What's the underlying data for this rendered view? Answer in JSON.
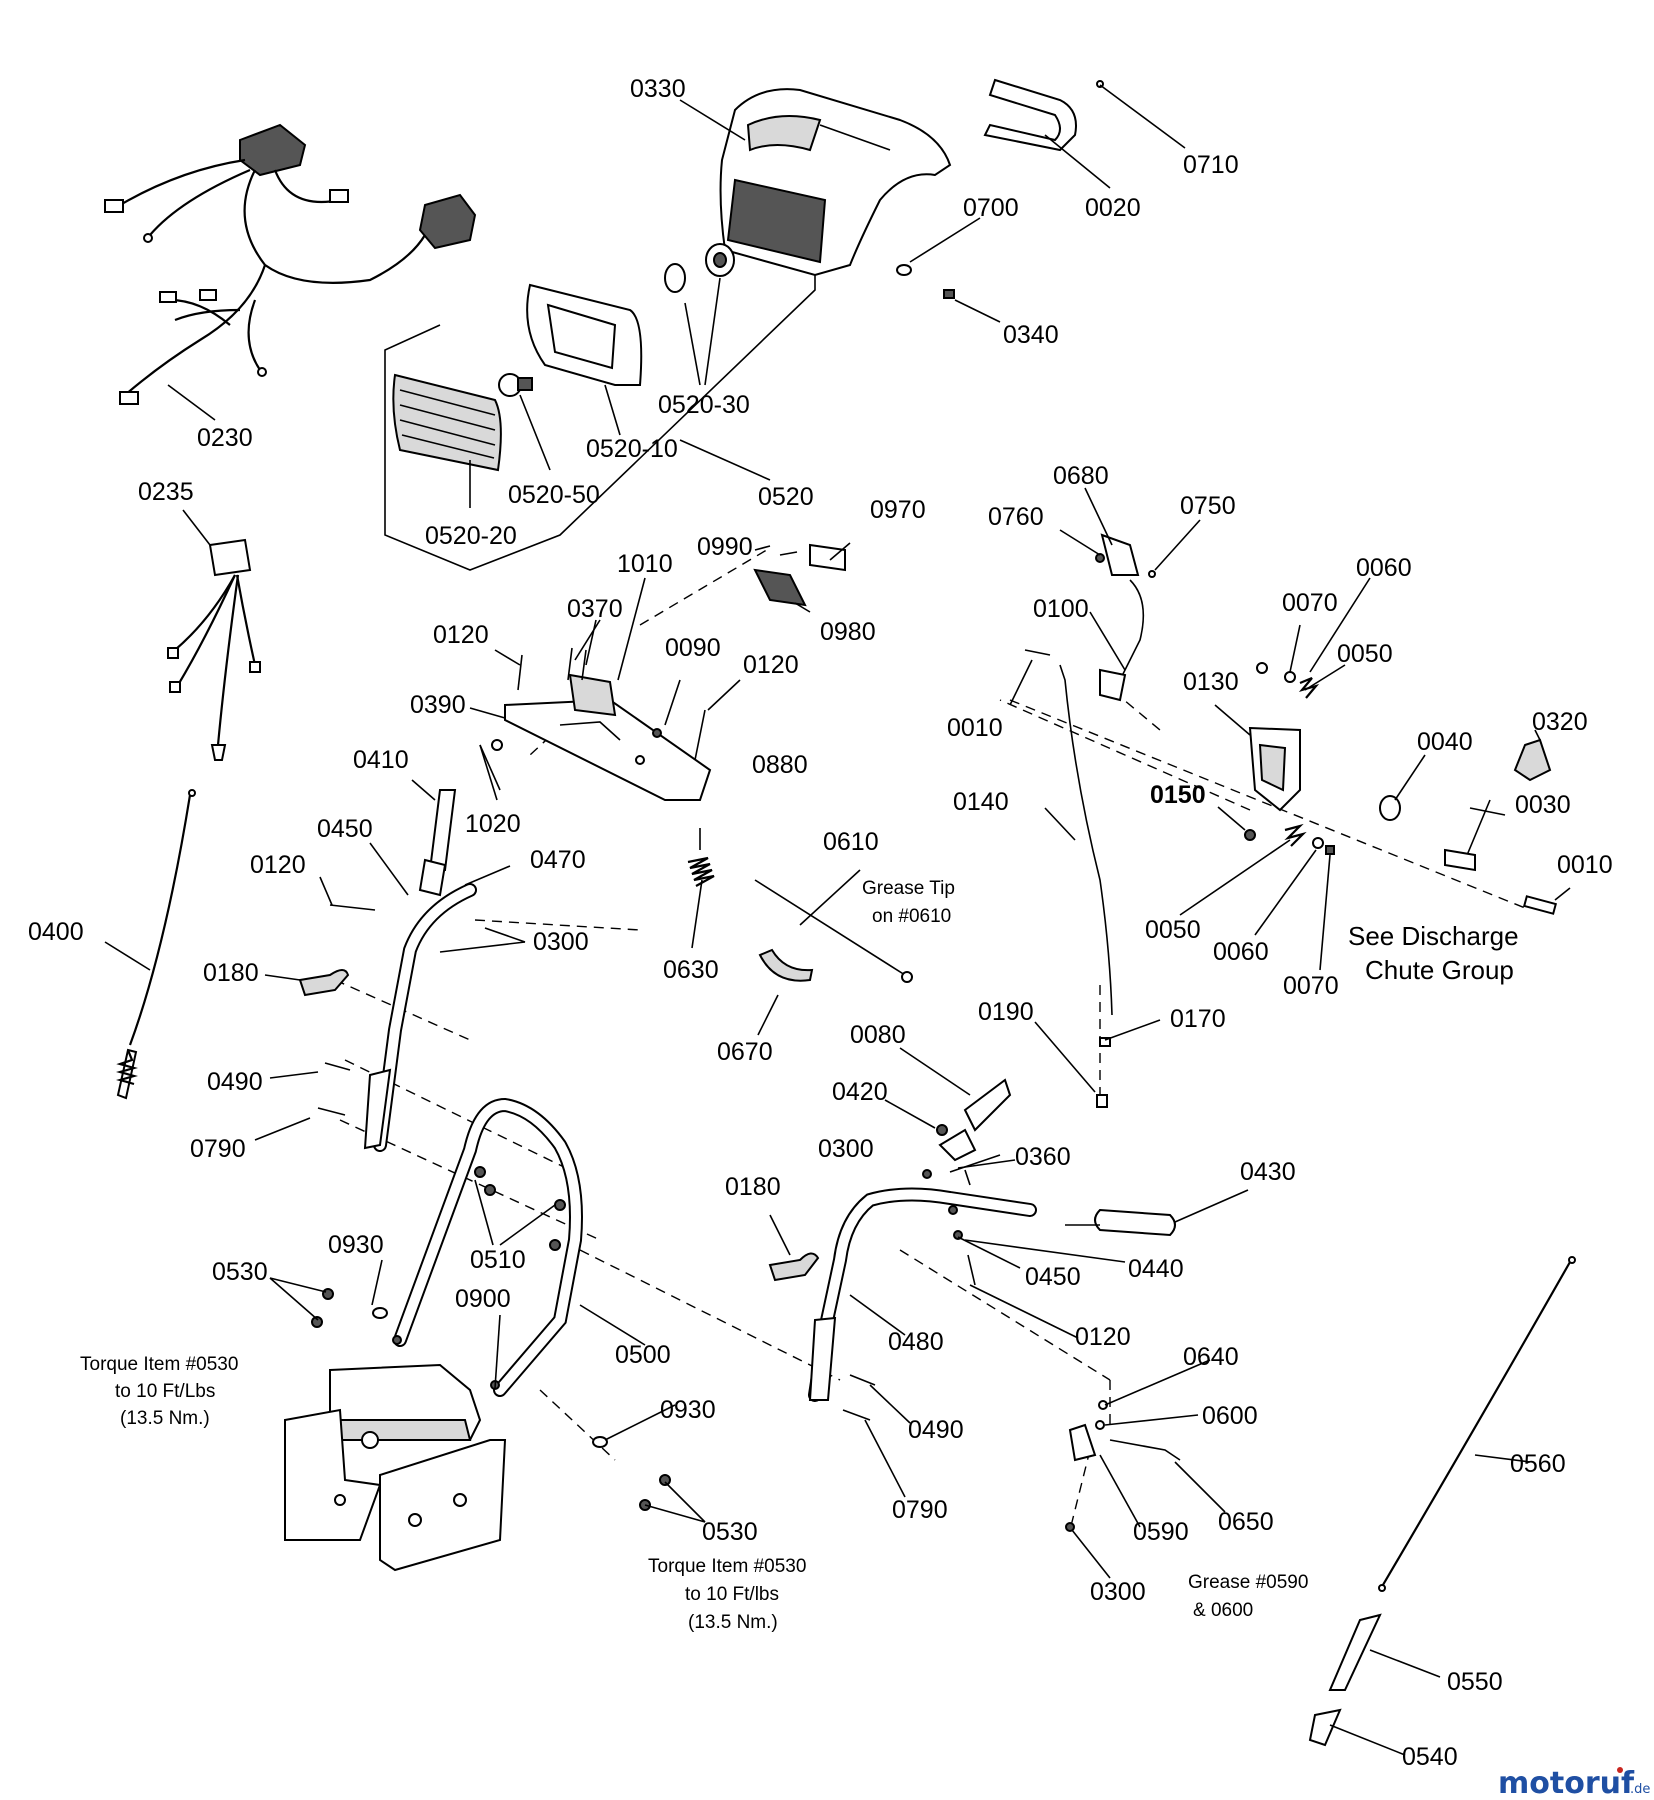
{
  "part_labels": {
    "p0330": "0330",
    "p0710": "0710",
    "p0020": "0020",
    "p0700": "0700",
    "p0340": "0340",
    "p0230": "0230",
    "p0520_30": "0520-30",
    "p0520_10": "0520-10",
    "p0520_50": "0520-50",
    "p0520": "0520",
    "p0520_20": "0520-20",
    "p0235": "0235",
    "p0970": "0970",
    "p0990": "0990",
    "p0980": "0980",
    "p1010": "1010",
    "p0370": "0370",
    "p0120_a": "0120",
    "p0090": "0090",
    "p0120_b": "0120",
    "p0390": "0390",
    "p0680": "0680",
    "p0760": "0760",
    "p0750": "0750",
    "p0060_a": "0060",
    "p0070_a": "0070",
    "p0050_a": "0050",
    "p0100": "0100",
    "p0130": "0130",
    "p0010_a": "0010",
    "p0320": "0320",
    "p0040": "0040",
    "p0030": "0030",
    "p0010_b": "0010",
    "p0150": "0150",
    "p0140": "0140",
    "p0050_b": "0050",
    "p0060_b": "0060",
    "p0070_b": "0070",
    "p0410": "0410",
    "p1020": "1020",
    "p0880": "0880",
    "p0450_a": "0450",
    "p0470": "0470",
    "p0120_c": "0120",
    "p0610": "0610",
    "p0300_a": "0300",
    "p0400": "0400",
    "p0180_a": "0180",
    "p0630": "0630",
    "p0670": "0670",
    "p0190": "0190",
    "p0170": "0170",
    "p0080": "0080",
    "p0490_a": "0490",
    "p0420": "0420",
    "p0790_a": "0790",
    "p0300_b": "0300",
    "p0360": "0360",
    "p0430": "0430",
    "p0180_b": "0180",
    "p0930_a": "0930",
    "p0510": "0510",
    "p0530_a": "0530",
    "p0450_b": "0450",
    "p0440": "0440",
    "p0900": "0900",
    "p0500": "0500",
    "p0480": "0480",
    "p0120_d": "0120",
    "p0640": "0640",
    "p0930_b": "0930",
    "p0600": "0600",
    "p0560": "0560",
    "p0490_b": "0490",
    "p0530_b": "0530",
    "p0790_b": "0790",
    "p0590": "0590",
    "p0650": "0650",
    "p0300_c": "0300",
    "p0550": "0550",
    "p0540": "0540"
  },
  "notes": {
    "grease_tip_line1": "Grease Tip",
    "grease_tip_line2": "on #0610",
    "discharge_line1": "See Discharge",
    "discharge_line2": "Chute Group",
    "torque1_line1": "Torque Item #0530",
    "torque1_line2": "to 10 Ft/Lbs",
    "torque1_line3": "(13.5 Nm.)",
    "torque2_line1": "Torque Item #0530",
    "torque2_line2": "to 10 Ft/lbs",
    "torque2_line3": "(13.5 Nm.)",
    "grease_line1": "Grease #0590",
    "grease_line2": "& 0600"
  },
  "watermark": {
    "text": "motoruf",
    "suffix": ".de"
  },
  "colors": {
    "ink": "#000000",
    "watermark_blue": "#1f4fa3",
    "watermark_red": "#c8261f"
  }
}
